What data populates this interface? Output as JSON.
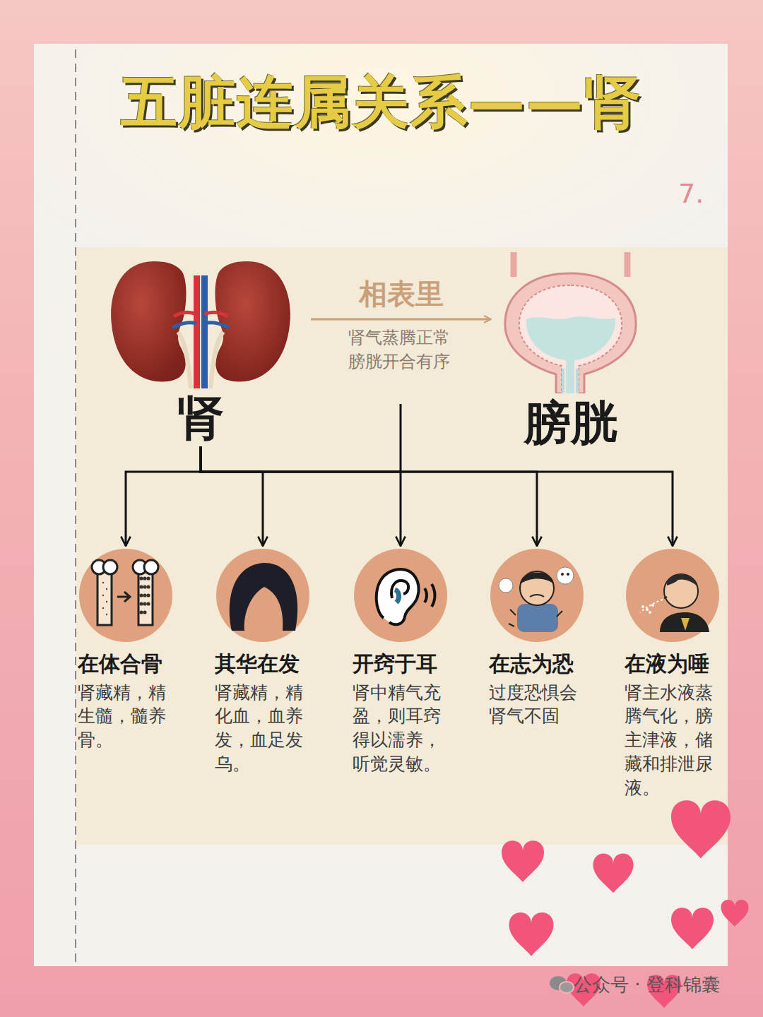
{
  "diagram": {
    "title": "五脏连属关系——肾",
    "nodes": [
      {
        "text": [
          "肾"
        ]
      },
      {
        "text": [
          "膀胱"
        ]
      },
      {
        "text": [
          "在体合骨",
          "肾藏精，精生髓，髓养骨。"
        ]
      },
      {
        "text": [
          "其华在发",
          "肾藏精，精化血，血养发，血足发乌。"
        ]
      },
      {
        "text": [
          "开窍于耳",
          "肾中精气充盈，则耳窍得以濡养，听觉灵敏。"
        ]
      },
      {
        "text": [
          "在志为恐",
          "过度恐惧会肾气不固"
        ]
      },
      {
        "text": [
          "在液为唾",
          "肾主水液蒸腾气化，膀主津液，储藏和排泄尿液。"
        ]
      }
    ],
    "edges": [
      {
        "from": 0,
        "to": 1,
        "arrow": "to",
        "label": "相表里"
      },
      {
        "from": 0,
        "to": 2,
        "arrow": "to"
      },
      {
        "from": 0,
        "to": 3,
        "arrow": "to"
      },
      {
        "from": 0,
        "to": 4,
        "arrow": "to"
      },
      {
        "from": 0,
        "to": 5,
        "arrow": "to"
      },
      {
        "from": 0,
        "to": 6,
        "arrow": "to"
      }
    ],
    "labels": [
      "7.",
      "肾气蒸腾正常 膀胱开合有序",
      "公众号 · 登科锦囊"
    ]
  }
}
